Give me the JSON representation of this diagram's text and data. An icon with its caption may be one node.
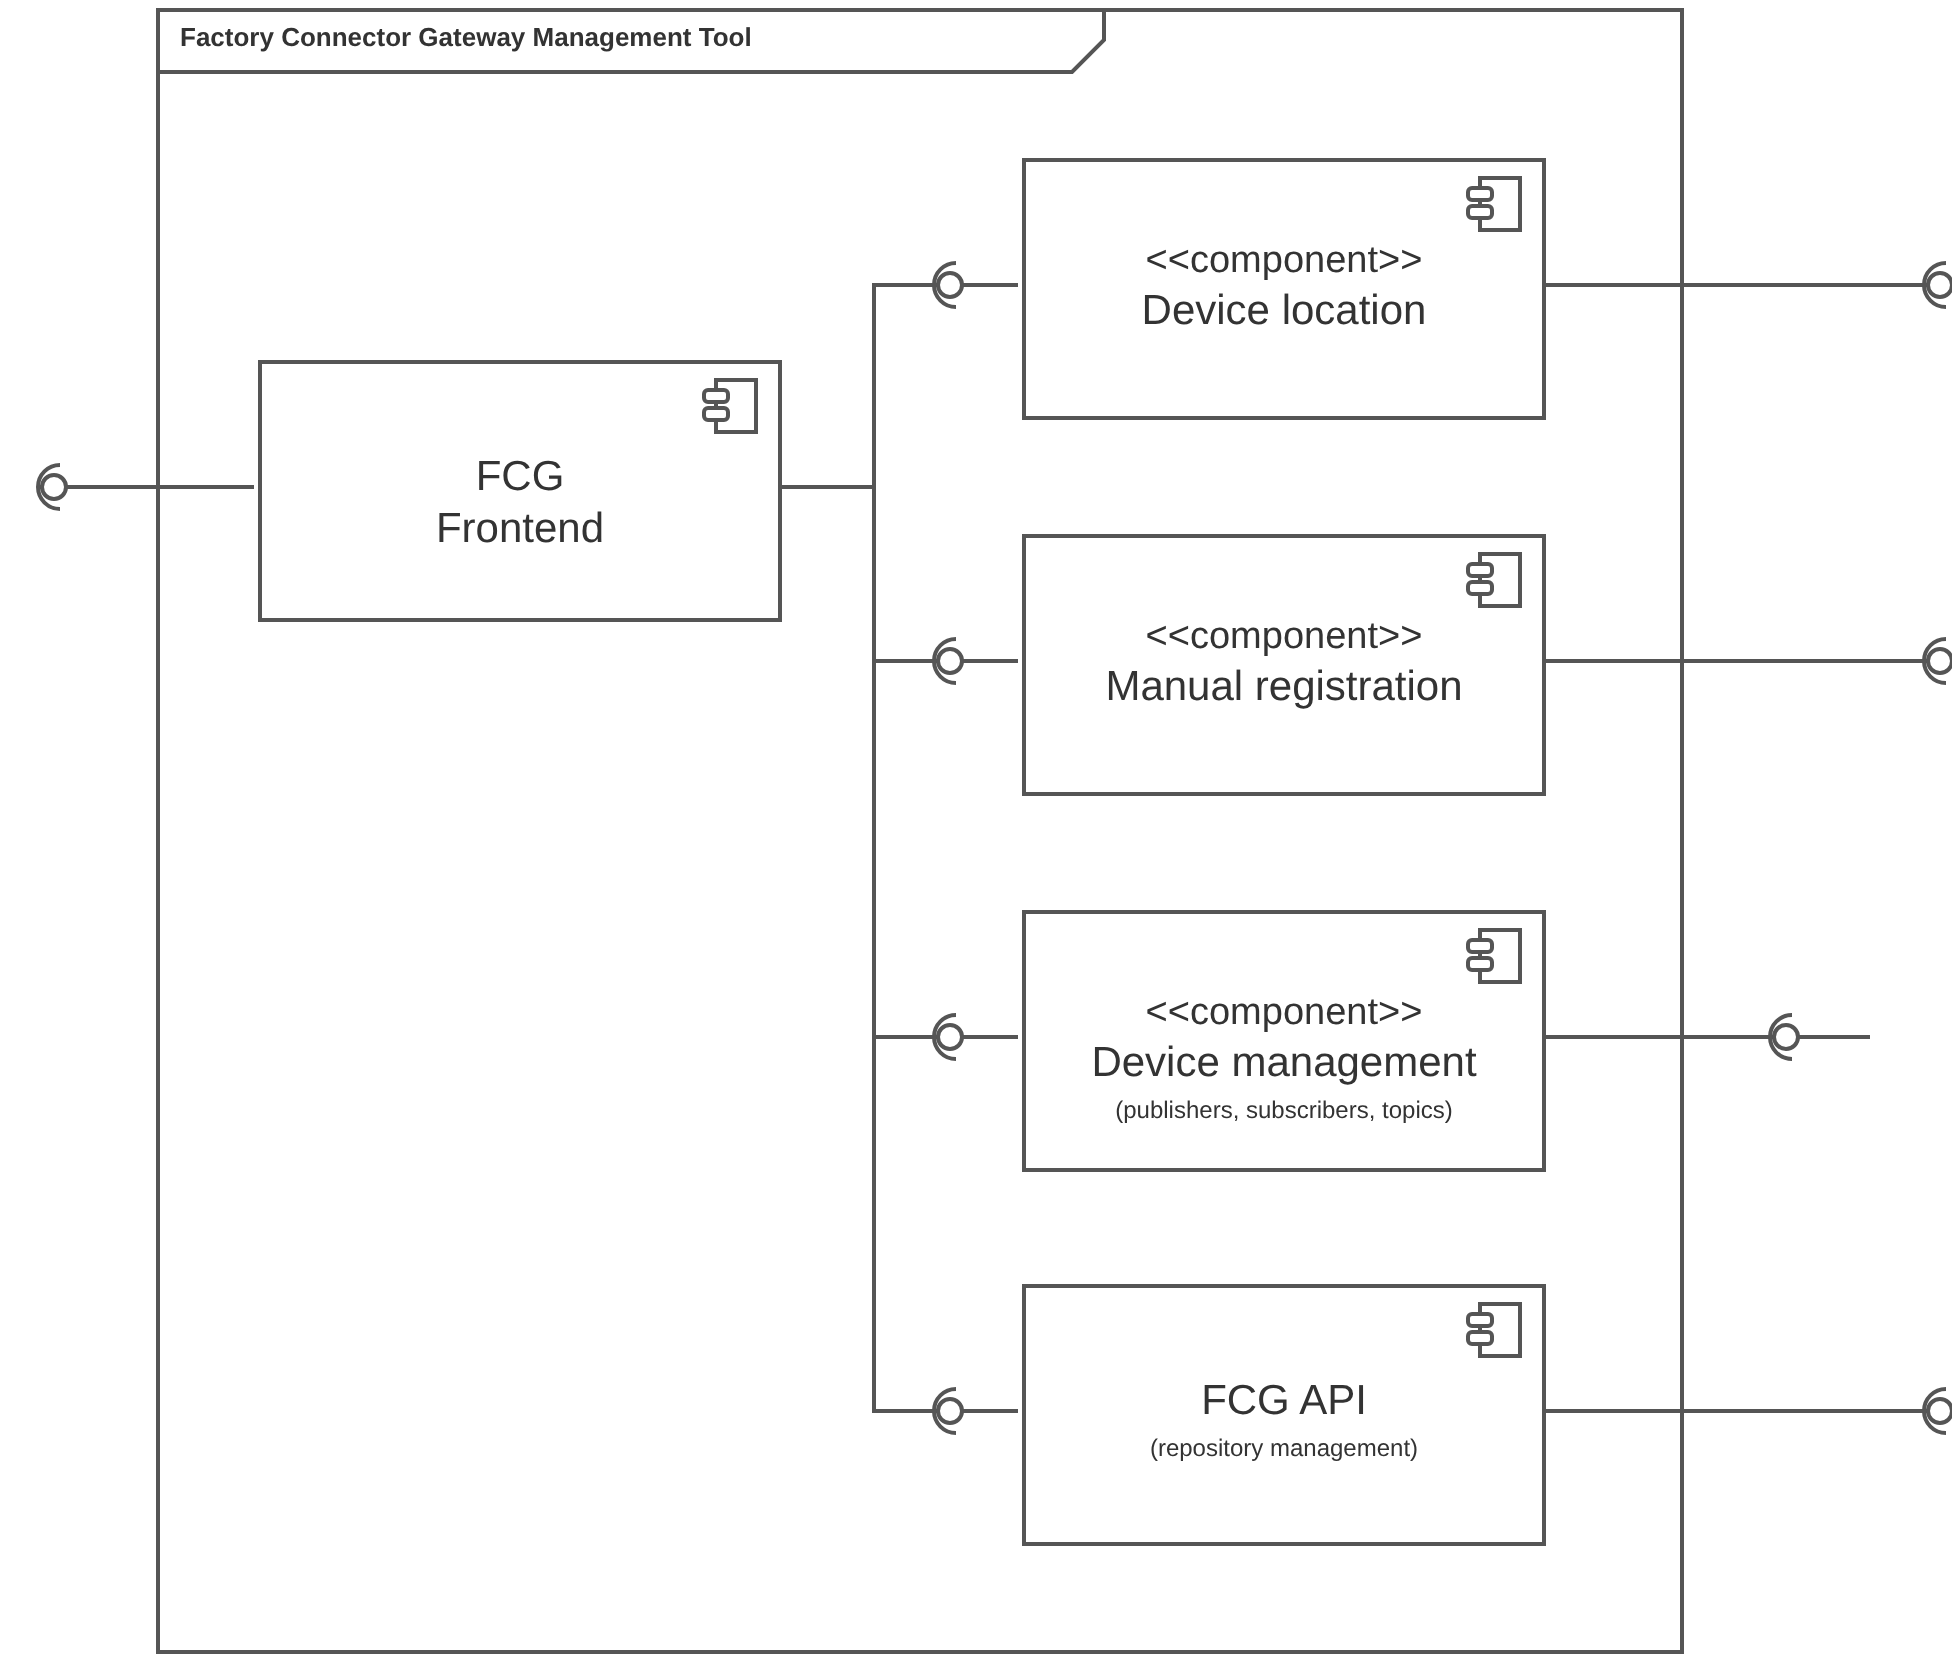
{
  "diagram": {
    "nodes": [
      {
        "text": [
          "Factory Connector Gateway Management Tool"
        ]
      },
      {
        "text": [
          "FCG Frontend"
        ],
        "in": 0
      },
      {
        "text": [
          "<<component>>",
          "Device location"
        ],
        "in": 0
      },
      {
        "text": [
          "<<component>>",
          "Manual registration"
        ],
        "in": 0
      },
      {
        "text": [
          "<<component>>",
          "Device management",
          "(publishers, subscribers, topics)"
        ],
        "in": 0
      },
      {
        "text": [
          "FCG API",
          "(repository management)"
        ],
        "in": 0
      }
    ],
    "edges": [
      {
        "from": null,
        "to": 1,
        "arrow": "other"
      },
      {
        "from": 1,
        "to": 2,
        "arrow": "other"
      },
      {
        "from": 1,
        "to": 3,
        "arrow": "other"
      },
      {
        "from": 1,
        "to": 4,
        "arrow": "other"
      },
      {
        "from": 1,
        "to": 5,
        "arrow": "other"
      },
      {
        "from": 2,
        "to": null,
        "arrow": "other"
      },
      {
        "from": 3,
        "to": null,
        "arrow": "other"
      },
      {
        "from": 4,
        "to": null,
        "arrow": "other"
      },
      {
        "from": 5,
        "to": null,
        "arrow": "other"
      }
    ]
  }
}
